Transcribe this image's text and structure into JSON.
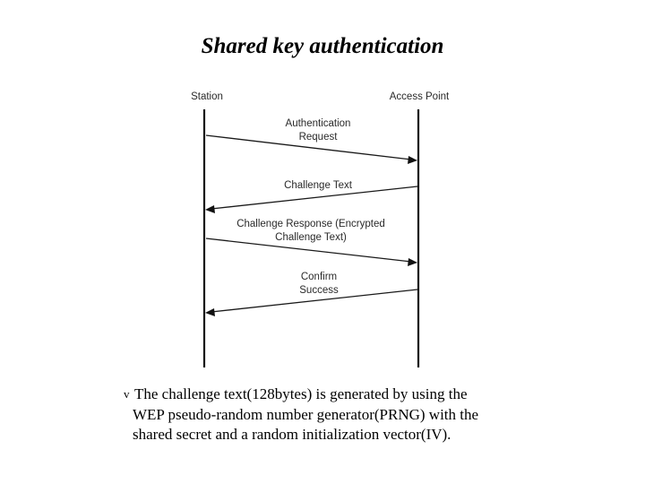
{
  "title": "Shared key authentication",
  "diagram": {
    "lifelines": {
      "left": "Station",
      "right": "Access Point"
    },
    "messages": [
      {
        "label_lines": [
          "Authentication",
          "Request"
        ],
        "direction": "station-to-ap"
      },
      {
        "label_lines": [
          "Challenge Text"
        ],
        "direction": "ap-to-station"
      },
      {
        "label_lines": [
          "Challenge Response (Encrypted",
          "Challenge Text)"
        ],
        "direction": "station-to-ap"
      },
      {
        "label_lines": [
          "Confirm",
          "Success"
        ],
        "direction": "ap-to-station"
      }
    ]
  },
  "note": {
    "bullet": "v",
    "lines": [
      "The challenge text(128bytes) is generated by using the",
      "WEP pseudo-random number generator(PRNG) with the",
      "shared secret and a random initialization vector(IV)."
    ]
  }
}
